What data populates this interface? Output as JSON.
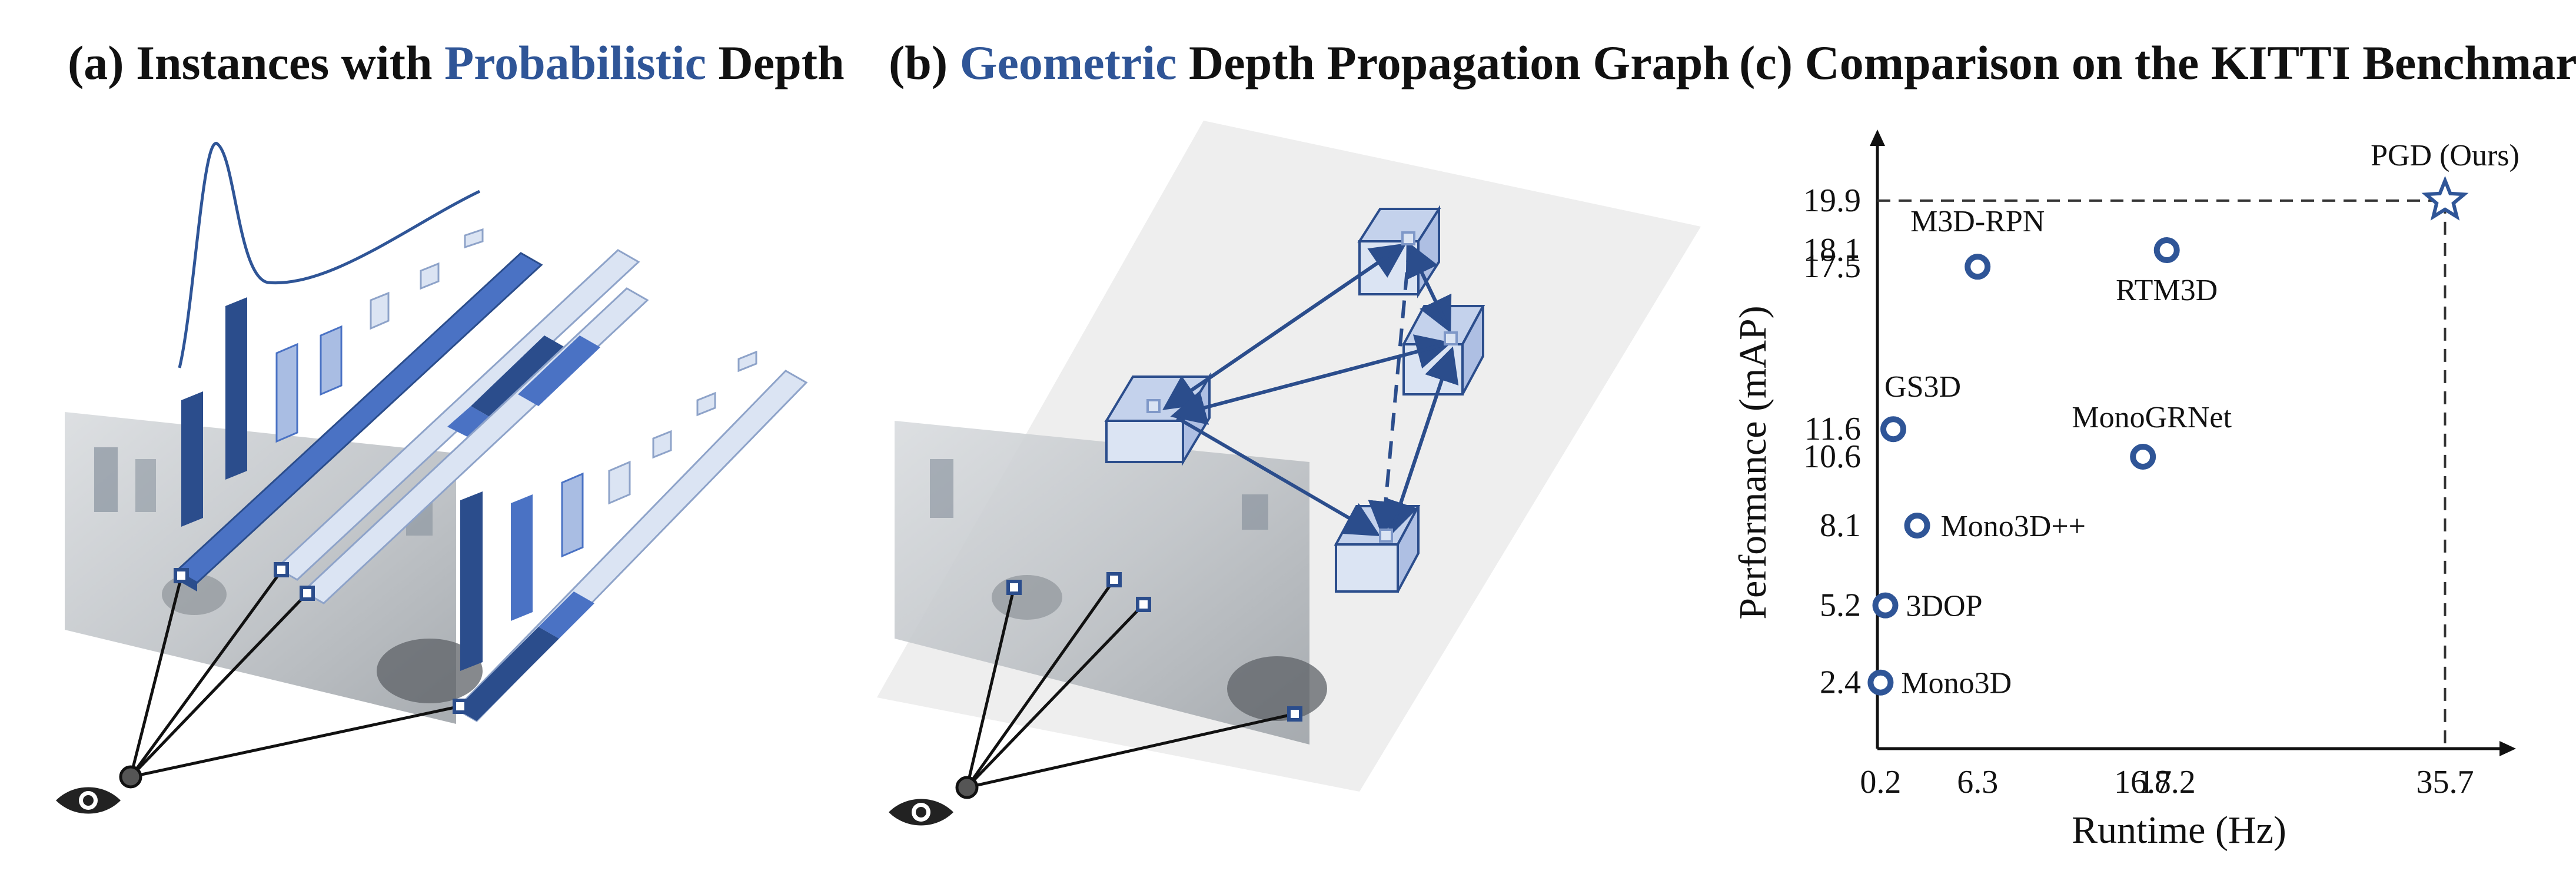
{
  "panels": {
    "a": {
      "prefix": "(a) Instances with ",
      "highlight": "Probabilistic",
      "suffix": " Depth"
    },
    "b": {
      "prefix": "(b) ",
      "highlight": "Geometric",
      "suffix": " Depth Propagation Graph"
    },
    "c": {
      "prefix": "",
      "highlight": "",
      "suffix": "(c) Comparison on the KITTI Benchmark"
    }
  },
  "colors": {
    "accent": "#2f5597",
    "dark_bar": "#2b4d8c",
    "mid_bar": "#4a72c4",
    "light_bar": "#a9bde3",
    "pale_bar": "#dbe4f3",
    "plane": "#eeeeee",
    "photo": "#cfd3d6"
  },
  "icons": {
    "viewer": "eye-icon",
    "marker": "star-icon"
  },
  "chart_data": {
    "type": "scatter",
    "title": "(c) Comparison on the KITTI Benchmark",
    "xlabel": "Runtime (Hz)",
    "ylabel": "Performance (mAP)",
    "xticks": [
      "0.2",
      "6.3",
      "16.7",
      "18.2",
      "35.7"
    ],
    "yticks": [
      "2.4",
      "5.2",
      "8.1",
      "10.6",
      "11.6",
      "17.5",
      "18.1",
      "19.9"
    ],
    "points": [
      {
        "name": "Mono3D",
        "x": 0.2,
        "y": 2.4,
        "marker": "circle"
      },
      {
        "name": "3DOP",
        "x": 0.5,
        "y": 5.2,
        "marker": "circle"
      },
      {
        "name": "Mono3D++",
        "x": 2.5,
        "y": 8.1,
        "marker": "circle"
      },
      {
        "name": "GS3D",
        "x": 1.0,
        "y": 11.6,
        "marker": "circle"
      },
      {
        "name": "M3D-RPN",
        "x": 6.3,
        "y": 17.5,
        "marker": "circle"
      },
      {
        "name": "MonoGRNet",
        "x": 16.7,
        "y": 10.6,
        "marker": "circle"
      },
      {
        "name": "RTM3D",
        "x": 18.2,
        "y": 18.1,
        "marker": "circle"
      },
      {
        "name": "PGD (Ours)",
        "x": 35.7,
        "y": 19.9,
        "marker": "star"
      }
    ]
  }
}
